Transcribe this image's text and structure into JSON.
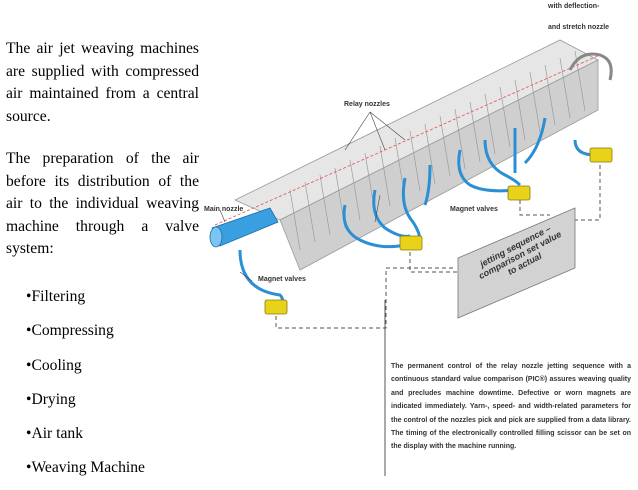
{
  "intro_paragraph": "The air jet weaving machines are supplied with compressed air maintained from a central source.",
  "prep_paragraph": "The preparation of the air before its distribution of the air to the individual weaving machine through a valve system:",
  "steps": [
    "•Filtering",
    "•Compressing",
    "•Cooling",
    "•Drying",
    "•Air tank",
    "•Weaving Machine"
  ],
  "diagram": {
    "label_top_line1": "with deflection-",
    "label_top_line2": "and stretch nozzle",
    "label_relay": "Relay nozzles",
    "label_main": "Main nozzle",
    "label_magnet_valves_mid": "Magnet valves",
    "label_magnet_valves_low": "Magnet valves",
    "panel_line1": "jetting sequence –",
    "panel_line2": "comparison set value",
    "panel_line3": "to actual",
    "caption": "The permanent control of the relay nozzle jetting sequence with a continuous standard value comparison (PIC®) assures weaving quality and precludes machine downtime. Defective or worn magnets are indicated immediately. Yarn-, speed- and width-related parameters for the control of the nozzles pick and pick are supplied from a data library. The timing of the electronically controlled filling scissor can be set on the display with the machine running."
  },
  "colors": {
    "tube": "#2b8fd6",
    "valve": "#e8d21a",
    "machine": "#b5b5b5",
    "panel": "#d2d2d2"
  }
}
